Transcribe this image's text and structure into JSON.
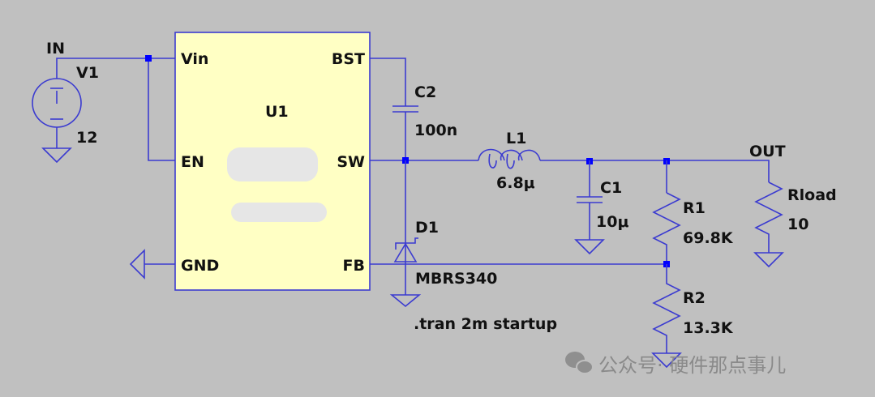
{
  "schematic": {
    "net_labels": {
      "in": "IN",
      "out": "OUT"
    },
    "ic": {
      "ref": "U1",
      "pins": {
        "vin": "Vin",
        "en": "EN",
        "gnd": "GND",
        "bst": "BST",
        "sw": "SW",
        "fb": "FB"
      }
    },
    "components": {
      "v1": {
        "ref": "V1",
        "value": "12"
      },
      "c2": {
        "ref": "C2",
        "value": "100n"
      },
      "l1": {
        "ref": "L1",
        "value": "6.8μ"
      },
      "c1": {
        "ref": "C1",
        "value": "10μ"
      },
      "r1": {
        "ref": "R1",
        "value": "69.8K"
      },
      "r2": {
        "ref": "R2",
        "value": "13.3K"
      },
      "rload": {
        "ref": "Rload",
        "value": "10"
      },
      "d1": {
        "ref": "D1",
        "value": "MBRS340"
      }
    },
    "directive": ".tran 2m startup"
  },
  "watermark": {
    "text": "公众号· 硬件那点事儿"
  },
  "colors": {
    "background": "#c0c0c0",
    "wire": "#3b3bd0",
    "junction": "#0000ff",
    "ic_fill": "#ffffc4"
  }
}
